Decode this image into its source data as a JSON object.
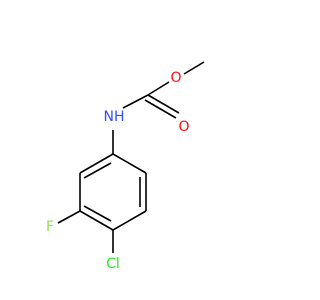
{
  "molecule": {
    "atoms": {
      "methyl_o": {
        "label": "O",
        "color": "#ff0d0d"
      },
      "carbonyl_o": {
        "label": "O",
        "color": "#ff0d0d"
      },
      "nh": {
        "label": "NH",
        "color": "#3050f8"
      },
      "fluorine": {
        "label": "F",
        "color": "#90e050"
      },
      "chlorine": {
        "label": "Cl",
        "color": "#1ff01f"
      }
    },
    "bond_color": "#000000",
    "background": "#ffffff"
  }
}
